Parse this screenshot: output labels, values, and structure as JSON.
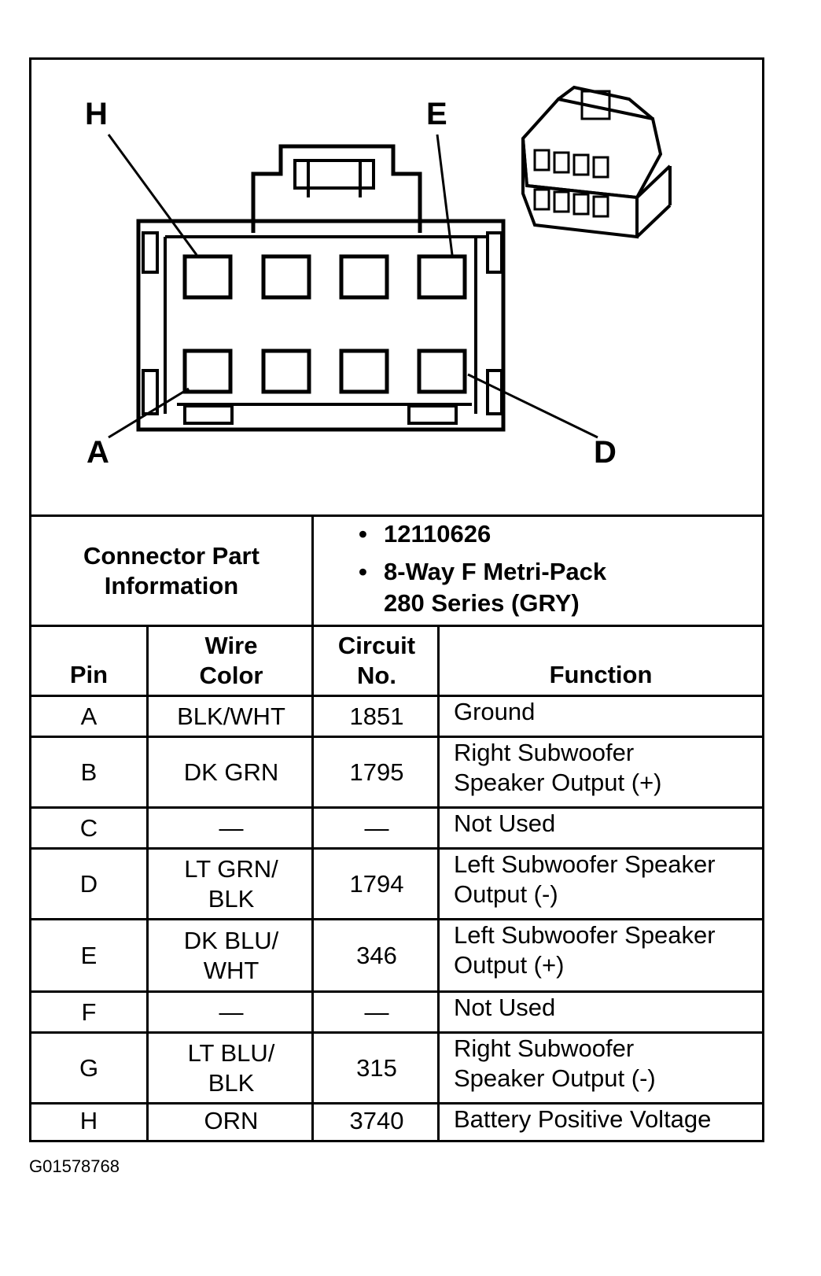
{
  "connector_diagram": {
    "pin_labels": {
      "top_left": "H",
      "top_right": "E",
      "bottom_left": "A",
      "bottom_right": "D"
    }
  },
  "part_info": {
    "label_line1": "Connector Part",
    "label_line2": "Information",
    "items": [
      "12110626",
      "8-Way F Metri-Pack",
      "280 Series (GRY)"
    ],
    "bullet": "•"
  },
  "table": {
    "headers": {
      "pin": "Pin",
      "wire_color_line1": "Wire",
      "wire_color_line2": "Color",
      "circuit_line1": "Circuit",
      "circuit_line2": "No.",
      "function": "Function"
    },
    "rows": [
      {
        "pin": "A",
        "wire1": "BLK/WHT",
        "wire2": "",
        "circuit": "1851",
        "func1": "Ground",
        "func2": ""
      },
      {
        "pin": "B",
        "wire1": "DK GRN",
        "wire2": "",
        "circuit": "1795",
        "func1": "Right Subwoofer",
        "func2": "Speaker Output (+)"
      },
      {
        "pin": "C",
        "wire1": "—",
        "wire2": "",
        "circuit": "—",
        "func1": "Not Used",
        "func2": ""
      },
      {
        "pin": "D",
        "wire1": "LT GRN/",
        "wire2": "BLK",
        "circuit": "1794",
        "func1": "Left Subwoofer Speaker",
        "func2": "Output (-)"
      },
      {
        "pin": "E",
        "wire1": "DK BLU/",
        "wire2": "WHT",
        "circuit": "346",
        "func1": "Left Subwoofer Speaker",
        "func2": "Output (+)"
      },
      {
        "pin": "F",
        "wire1": "—",
        "wire2": "",
        "circuit": "—",
        "func1": "Not Used",
        "func2": ""
      },
      {
        "pin": "G",
        "wire1": "LT BLU/",
        "wire2": "BLK",
        "circuit": "315",
        "func1": "Right Subwoofer",
        "func2": "Speaker Output (-)"
      },
      {
        "pin": "H",
        "wire1": "ORN",
        "wire2": "",
        "circuit": "3740",
        "func1": "Battery Positive Voltage",
        "func2": ""
      }
    ]
  },
  "figure_id": "G01578768"
}
